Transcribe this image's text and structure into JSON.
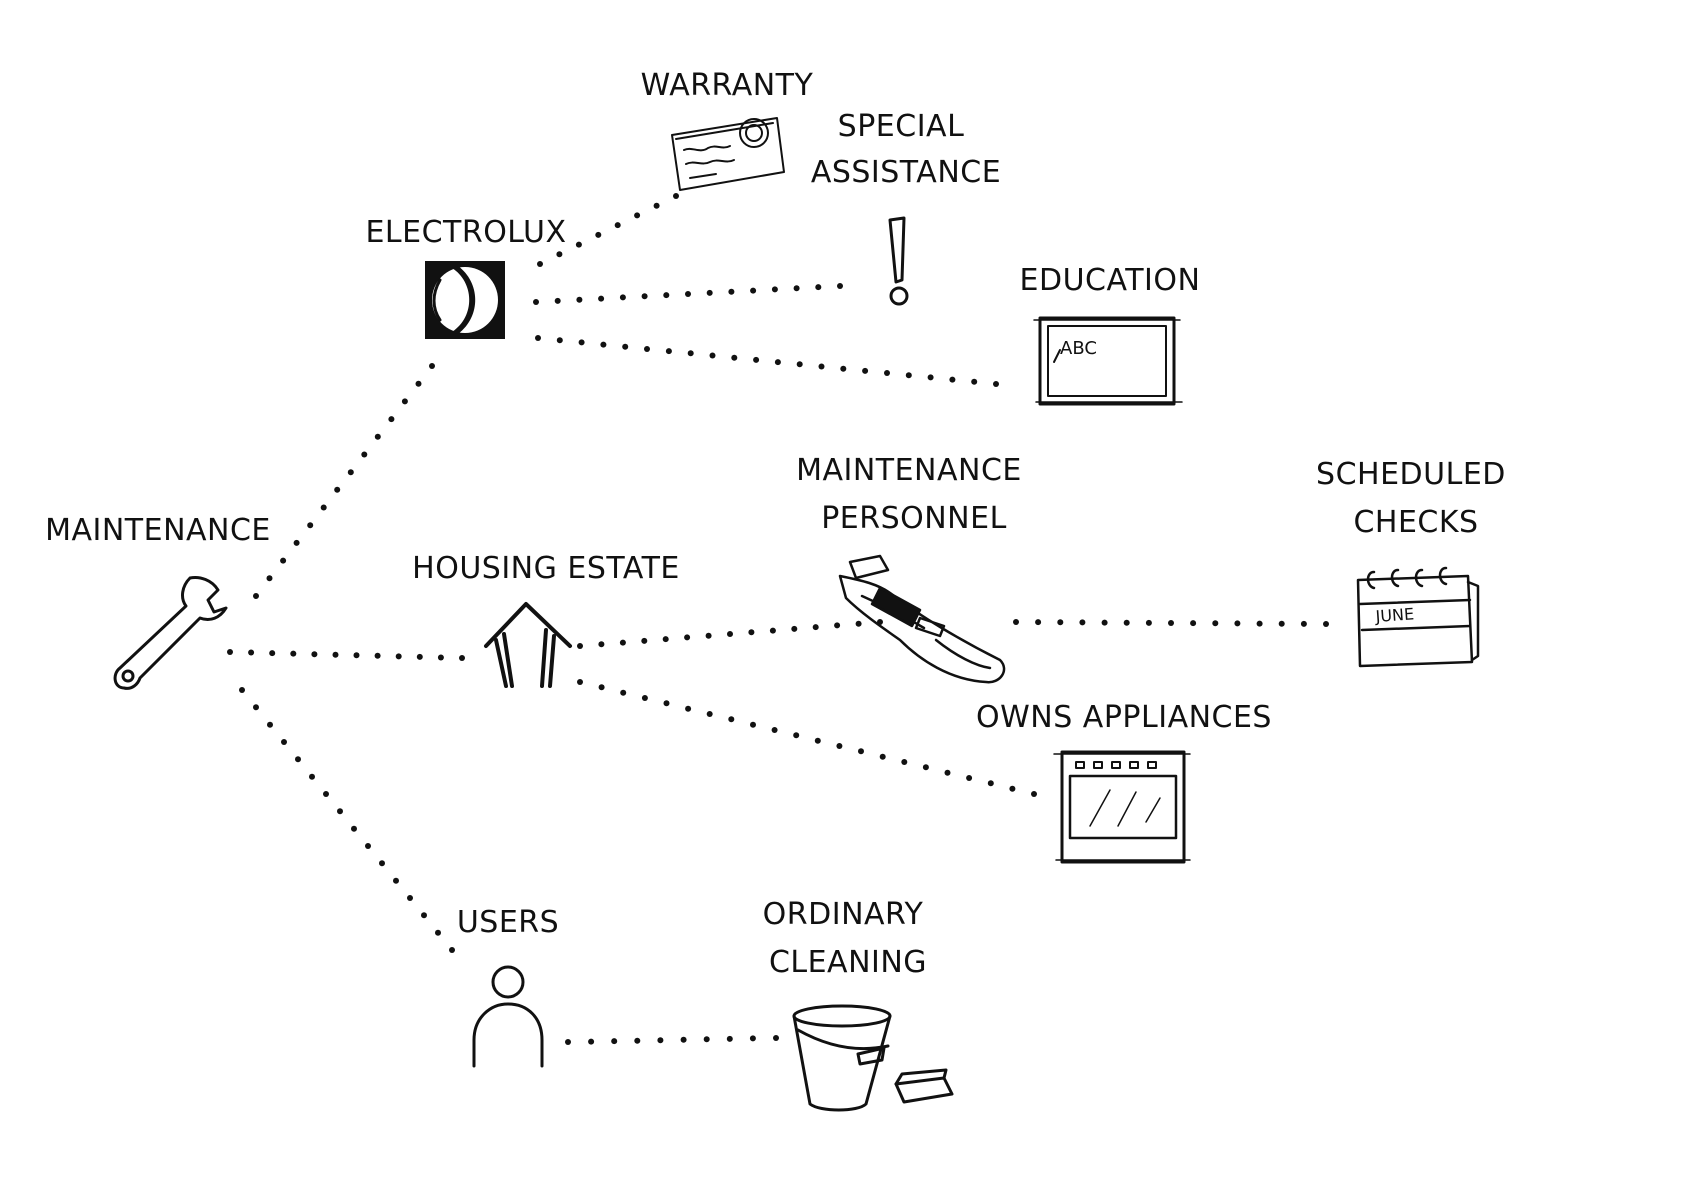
{
  "diagram": {
    "ink_color": "#111111",
    "background": "#ffffff",
    "nodes": [
      {
        "id": "maintenance",
        "label_lines": [
          "MAINTENANCE"
        ],
        "icon": "wrench-icon"
      },
      {
        "id": "electrolux",
        "label_lines": [
          "ELECTROLUX"
        ],
        "icon": "electrolux-logo-icon"
      },
      {
        "id": "warranty",
        "label_lines": [
          "WARRANTY"
        ],
        "icon": "warranty-certificate-icon"
      },
      {
        "id": "special_assistance",
        "label_lines": [
          "SPECIAL",
          "ASSISTANCE"
        ],
        "icon": "exclamation-icon"
      },
      {
        "id": "education",
        "label_lines": [
          "EDUCATION"
        ],
        "icon": "blackboard-icon",
        "icon_text": "ABC"
      },
      {
        "id": "housing_estate",
        "label_lines": [
          "HOUSING ESTATE"
        ],
        "icon": "house-icon"
      },
      {
        "id": "maintenance_personnel",
        "label_lines": [
          "MAINTENANCE",
          "PERSONNEL"
        ],
        "icon": "tool-belt-icon"
      },
      {
        "id": "scheduled_checks",
        "label_lines": [
          "SCHEDULED",
          "CHECKS"
        ],
        "icon": "calendar-icon",
        "icon_text": "JUNE"
      },
      {
        "id": "owns_appliances",
        "label_lines": [
          "OWNS APPLIANCES"
        ],
        "icon": "oven-icon"
      },
      {
        "id": "users",
        "label_lines": [
          "USERS"
        ],
        "icon": "person-icon"
      },
      {
        "id": "ordinary_cleaning",
        "label_lines": [
          "ORDINARY",
          "CLEANING"
        ],
        "icon": "bucket-sponge-icon"
      }
    ],
    "edges": [
      {
        "from": "maintenance",
        "to": "electrolux",
        "style": "dotted"
      },
      {
        "from": "maintenance",
        "to": "housing_estate",
        "style": "dotted"
      },
      {
        "from": "maintenance",
        "to": "users",
        "style": "dotted"
      },
      {
        "from": "electrolux",
        "to": "warranty",
        "style": "dotted"
      },
      {
        "from": "electrolux",
        "to": "special_assistance",
        "style": "dotted"
      },
      {
        "from": "electrolux",
        "to": "education",
        "style": "dotted"
      },
      {
        "from": "housing_estate",
        "to": "maintenance_personnel",
        "style": "dotted"
      },
      {
        "from": "housing_estate",
        "to": "owns_appliances",
        "style": "dotted"
      },
      {
        "from": "maintenance_personnel",
        "to": "scheduled_checks",
        "style": "dotted"
      },
      {
        "from": "users",
        "to": "ordinary_cleaning",
        "style": "dotted"
      }
    ]
  }
}
